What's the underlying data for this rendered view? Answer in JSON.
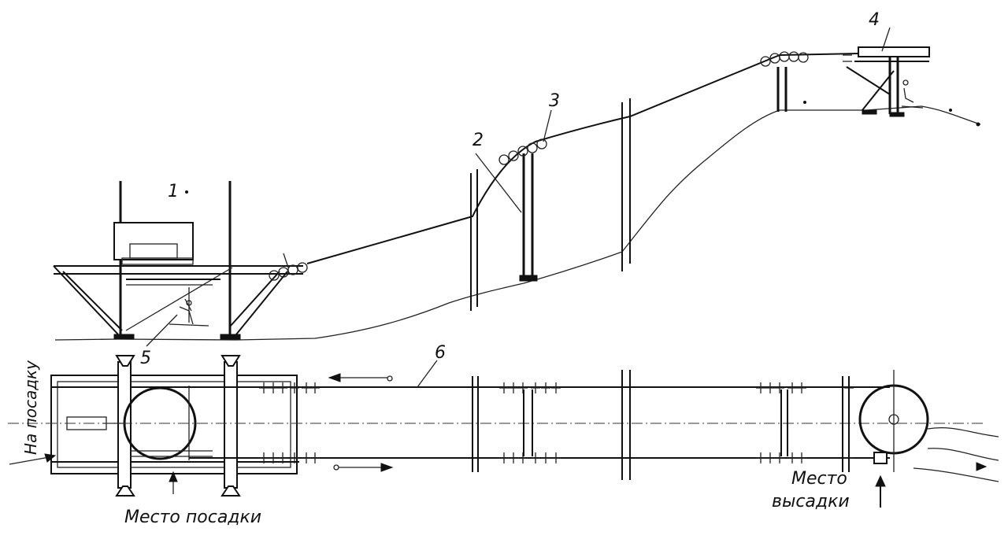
{
  "labels": {
    "n1": "1",
    "n2": "2",
    "n3": "3",
    "n4": "4",
    "n5": "5",
    "n6": "6",
    "to_boarding": "На посадку",
    "boarding_place": "Место посадки",
    "exit_place_line1": "Место",
    "exit_place_line2": "высадки"
  }
}
